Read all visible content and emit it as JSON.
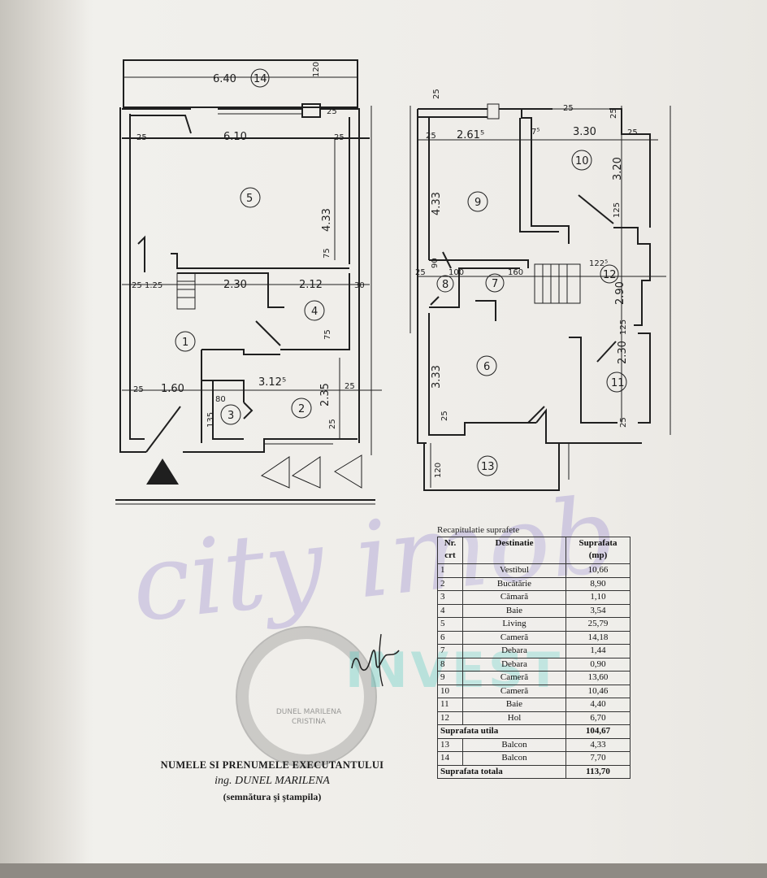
{
  "plan": {
    "ground_dims": [
      "6.40",
      "14",
      "120",
      "25",
      "6.10",
      "25",
      "25",
      "4.33",
      "75",
      "25",
      "1.25",
      "2.30",
      "2.12",
      "30",
      "25",
      "1.60",
      "3.12⁵",
      "2.35",
      "25",
      "75",
      "80",
      "135",
      "25"
    ],
    "upper_dims": [
      "25",
      "25",
      "2.61⁵",
      "7⁵",
      "3.30",
      "25",
      "25",
      "4.33",
      "3.20",
      "125",
      "25",
      "90",
      "100",
      "160",
      "122⁵",
      "2.90",
      "125",
      "3.33",
      "2.30",
      "25",
      "120",
      "25",
      "25"
    ],
    "room_numbers": [
      "1",
      "2",
      "3",
      "4",
      "5",
      "6",
      "7",
      "8",
      "9",
      "10",
      "11",
      "12",
      "13",
      "14"
    ]
  },
  "table": {
    "caption": "Recapitulatie suprafete",
    "headers": {
      "nr": "Nr. crt",
      "dest": "Destinatie",
      "surf": "Suprafata (mp)"
    },
    "rows": [
      {
        "nr": "1",
        "dest": "Vestibul",
        "val": "10,66"
      },
      {
        "nr": "2",
        "dest": "Bucătărie",
        "val": "8,90"
      },
      {
        "nr": "3",
        "dest": "Cămară",
        "val": "1,10"
      },
      {
        "nr": "4",
        "dest": "Baie",
        "val": "3,54"
      },
      {
        "nr": "5",
        "dest": "Living",
        "val": "25,79"
      },
      {
        "nr": "6",
        "dest": "Cameră",
        "val": "14,18"
      },
      {
        "nr": "7",
        "dest": "Debara",
        "val": "1,44"
      },
      {
        "nr": "8",
        "dest": "Debara",
        "val": "0,90"
      },
      {
        "nr": "9",
        "dest": "Cameră",
        "val": "13,60"
      },
      {
        "nr": "10",
        "dest": "Cameră",
        "val": "10,46"
      },
      {
        "nr": "11",
        "dest": "Baie",
        "val": "4,40"
      },
      {
        "nr": "12",
        "dest": "Hol",
        "val": "6,70"
      }
    ],
    "util_label": "Suprafata utila",
    "util_value": "104,67",
    "balconies": [
      {
        "nr": "13",
        "dest": "Balcon",
        "val": "4,33"
      },
      {
        "nr": "14",
        "dest": "Balcon",
        "val": "7,70"
      }
    ],
    "total_label": "Suprafata totala",
    "total_value": "113,70"
  },
  "executant": {
    "title": "NUMELE SI PRENUMELE EXECUTANTULUI",
    "name": "ing. DUNEL MARILENA",
    "note": "(semnătura şi ştampila)"
  },
  "watermark": {
    "main": "city imob",
    "sub": "INVEST"
  },
  "stamp": {
    "text": "DUNEL MARILENA CRISTINA"
  },
  "colors": {
    "ink": "#1f1f1f",
    "watermark_purple": "#826ec8",
    "watermark_teal": "#3cc8be"
  }
}
